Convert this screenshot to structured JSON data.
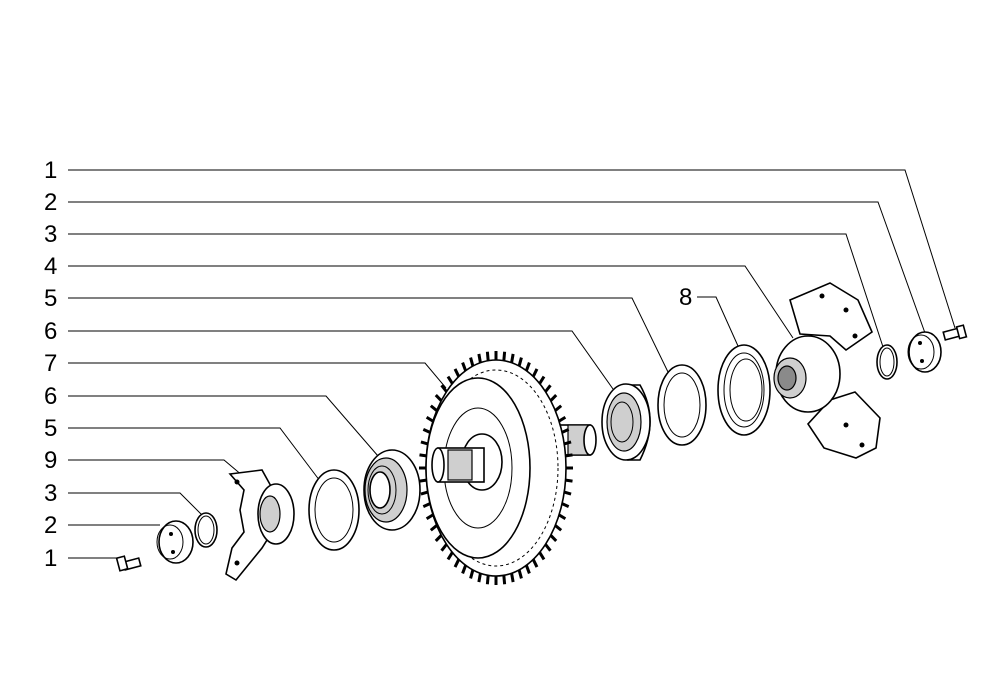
{
  "callouts": [
    {
      "id": "c1a",
      "text": "1"
    },
    {
      "id": "c2a",
      "text": "2"
    },
    {
      "id": "c3a",
      "text": "3"
    },
    {
      "id": "c4",
      "text": "4"
    },
    {
      "id": "c5a",
      "text": "5"
    },
    {
      "id": "c6a",
      "text": "6"
    },
    {
      "id": "c7",
      "text": "7"
    },
    {
      "id": "c6b",
      "text": "6"
    },
    {
      "id": "c5b",
      "text": "5"
    },
    {
      "id": "c9",
      "text": "9"
    },
    {
      "id": "c3b",
      "text": "3"
    },
    {
      "id": "c2b",
      "text": "2"
    },
    {
      "id": "c1b",
      "text": "1"
    },
    {
      "id": "c8",
      "text": "8"
    }
  ]
}
